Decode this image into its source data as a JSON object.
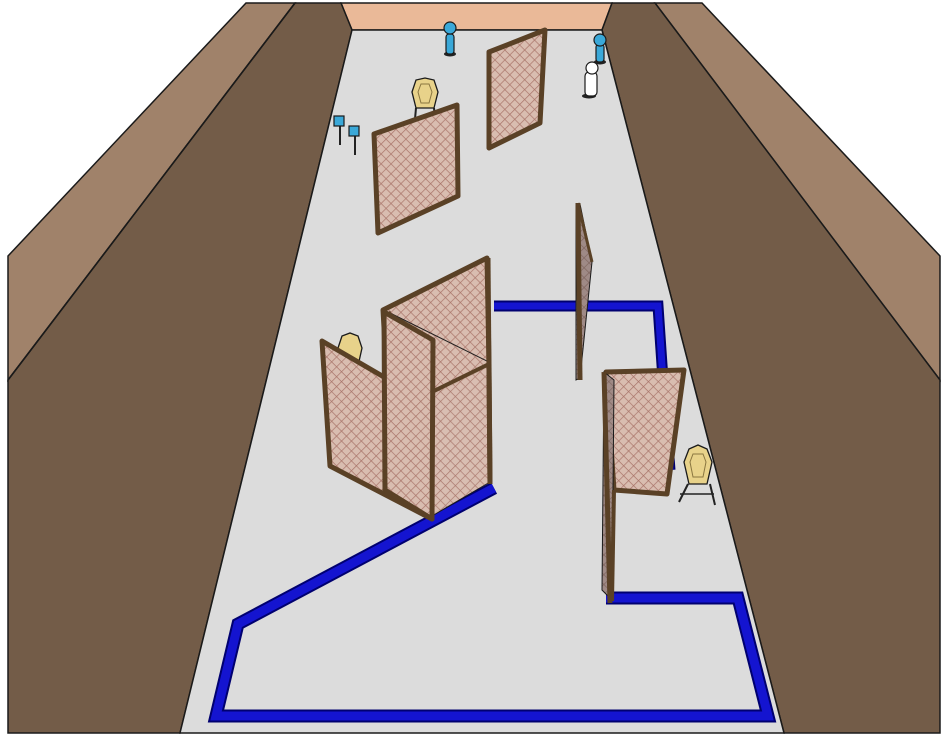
{
  "scene": {
    "subject": "3D stage layout",
    "colors": {
      "floor": "#dcdcdc",
      "wall_inner": "#735c48",
      "wall_outer": "#a0826a",
      "back_wall": "#eab998",
      "fault_line": "#1010c8",
      "fault_line_edge": "#000070",
      "frame": "#5a4126",
      "mesh": "#c8a89a",
      "target_paper": "#e8d28a",
      "steel_target": "#3aa8d8"
    },
    "objects": {
      "walls": [
        "left-berm",
        "right-berm",
        "back-berm"
      ],
      "barriers": [
        "mesh-wall",
        "mesh-wall",
        "mesh-wall",
        "mesh-wall",
        "mesh-wall",
        "mesh-wall",
        "mesh-wall"
      ],
      "paper_targets": [
        "paper-target",
        "paper-target",
        "paper-target",
        "paper-target",
        "paper-target"
      ],
      "no_shoot_targets": [
        "no-shoot-target"
      ],
      "steel_targets": [
        "popper",
        "popper",
        "plate",
        "plate"
      ],
      "fault_line": "shooting-area-boundary"
    }
  }
}
